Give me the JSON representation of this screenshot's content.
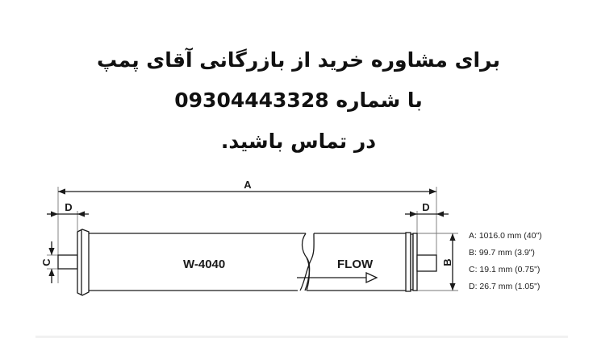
{
  "headline": {
    "line1": "برای مشاوره خرید از بازرگانی آقای پمپ",
    "line2_prefix": "با شماره",
    "phone": "09304443328",
    "line3": "در تماس باشید."
  },
  "diagram": {
    "model_label": "W-4040",
    "flow_label": "FLOW",
    "dimension_labels": {
      "a": "A",
      "b": "B",
      "c": "C",
      "d_left": "D",
      "d_right": "D"
    },
    "line_color": "#1a1a1a"
  },
  "specs": [
    {
      "key": "A",
      "text": "A: 1016.0 mm (40\")"
    },
    {
      "key": "B",
      "text": "B: 99.7 mm (3.9\")"
    },
    {
      "key": "C",
      "text": "C: 19.1 mm (0.75\")"
    },
    {
      "key": "D",
      "text": "D: 26.7 mm (1.05\")"
    }
  ]
}
